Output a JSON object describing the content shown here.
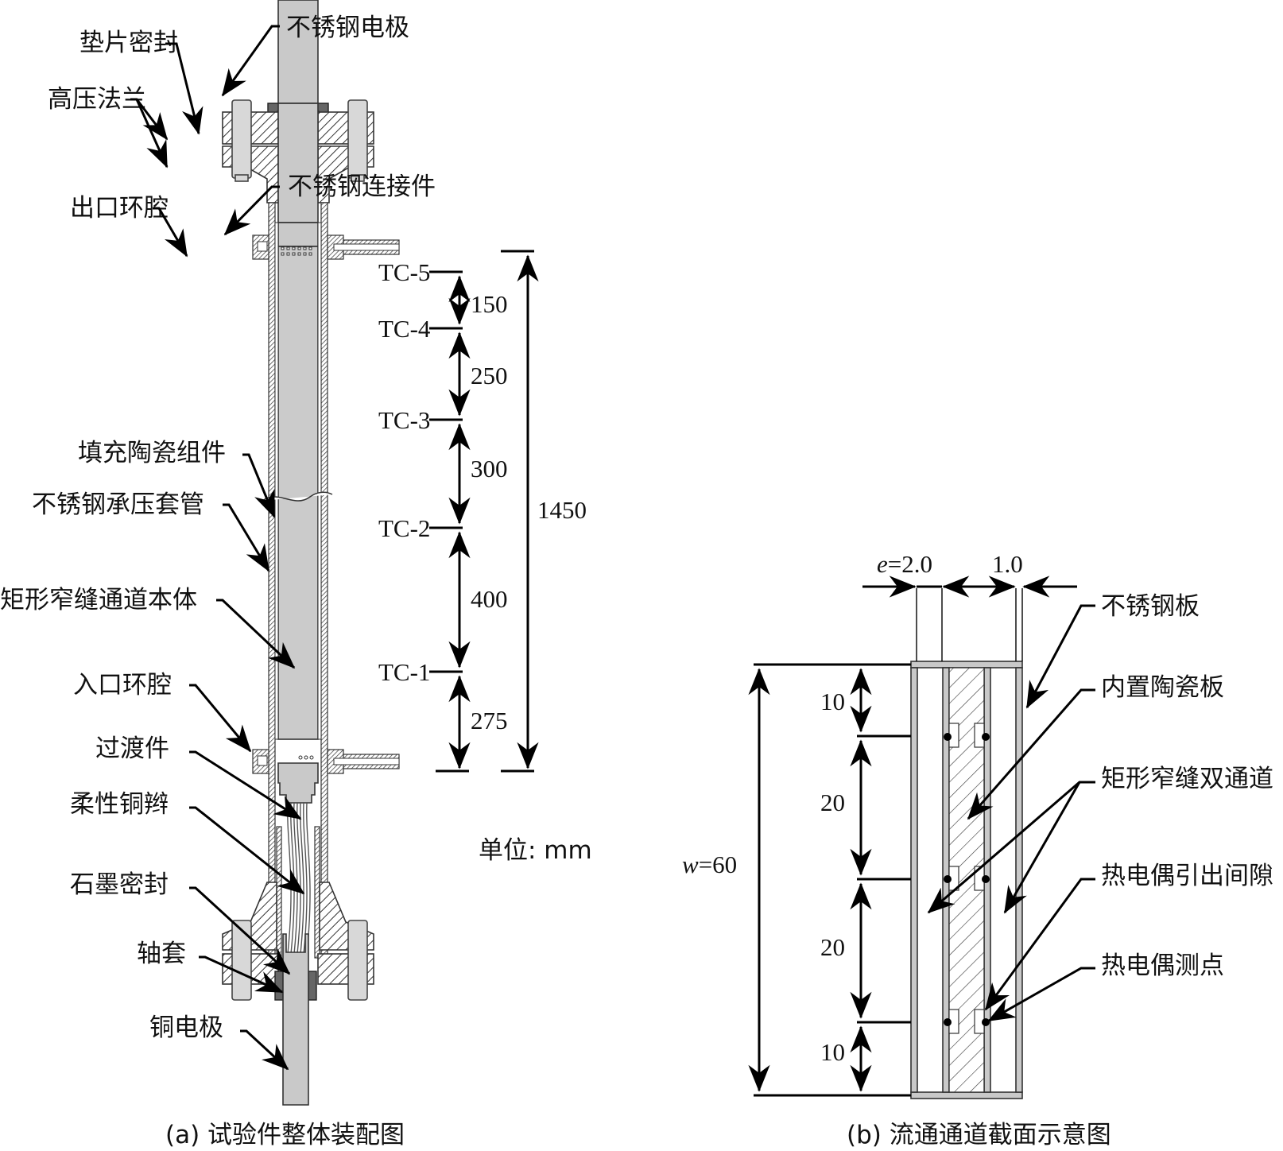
{
  "figure": {
    "panel_a": {
      "caption": "(a) 试验件整体装配图",
      "labels": {
        "gasket_seal": "垫片密封",
        "ss_electrode": "不锈钢电极",
        "hp_flange": "高压法兰",
        "ss_connector": "不锈钢连接件",
        "outlet_annulus": "出口环腔",
        "ceramic_fill": "填充陶瓷组件",
        "ss_pressure_sleeve": "不锈钢承压套管",
        "channel_body": "矩形窄缝通道本体",
        "inlet_annulus": "入口环腔",
        "transition_piece": "过渡件",
        "copper_braid": "柔性铜辫",
        "graphite_seal": "石墨密封",
        "bushing": "轴套",
        "copper_electrode": "铜电极"
      },
      "thermocouples": [
        "TC-5",
        "TC-4",
        "TC-3",
        "TC-2",
        "TC-1"
      ],
      "spacings": [
        "150",
        "250",
        "300",
        "400",
        "275"
      ],
      "total_length": "1450",
      "unit_note": "单位: mm"
    },
    "panel_b": {
      "caption": "(b) 流通通道截面示意图",
      "labels": {
        "ss_plate": "不锈钢板",
        "ceramic_plate": "内置陶瓷板",
        "dual_channel": "矩形窄缝双通道",
        "tc_gap": "热电偶引出间隙",
        "tc_point": "热电偶测点"
      },
      "gap_label_var": "e",
      "gap_label_val": "=2.0",
      "plate_thickness": "1.0",
      "width_label_var": "w",
      "width_label_val": "=60",
      "segments": [
        "10",
        "20",
        "20",
        "10"
      ]
    }
  }
}
